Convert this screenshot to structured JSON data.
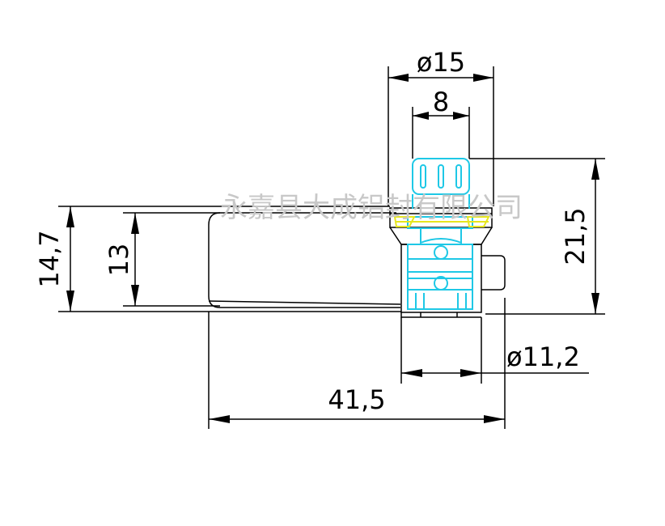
{
  "watermark": "永嘉县大成铝封有限公司",
  "dimensions": {
    "top_diameter": "ø15",
    "top_inner": "8",
    "right_height": "21,5",
    "left_outer_height": "14,7",
    "left_inner_height": "13",
    "bottom_diameter": "ø11,2",
    "total_length": "41,5"
  },
  "colors": {
    "line": "#000000",
    "detail_cyan": "#1ec8e6",
    "detail_yellow": "#e6e61e",
    "watermark": "#c8c8c8"
  }
}
